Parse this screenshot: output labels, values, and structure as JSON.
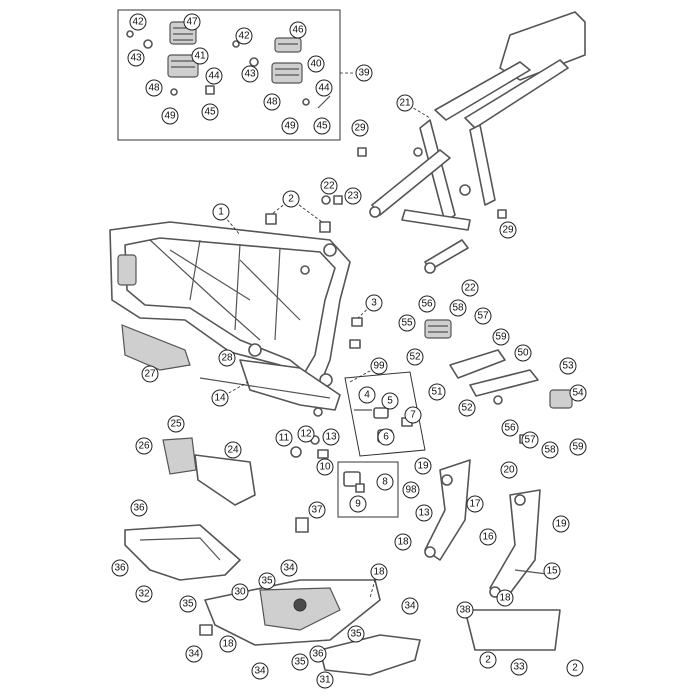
{
  "labels": {
    "c1": "1",
    "c2a": "2",
    "c2b": "2",
    "c2c": "2",
    "c3": "3",
    "c4": "4",
    "c5": "5",
    "c6": "6",
    "c7": "7",
    "c8": "8",
    "c9": "9",
    "c11": "11",
    "c10": "10",
    "c12": "12",
    "c13a": "13",
    "c13b": "13",
    "c14": "14",
    "c15": "15",
    "c16": "16",
    "c17": "17",
    "c18a": "18",
    "c18b": "18",
    "c18c": "18",
    "c18d": "18",
    "c19a": "19",
    "c19b": "19",
    "c20": "20",
    "c21": "21",
    "c22a": "22",
    "c22b": "22",
    "c23": "23",
    "c24": "24",
    "c25": "25",
    "c26": "26",
    "c27": "27",
    "c28": "28",
    "c29a": "29",
    "c29b": "29",
    "c30": "30",
    "c31": "31",
    "c32": "32",
    "c33": "33",
    "c34a": "34",
    "c34b": "34",
    "c34c": "34",
    "c34d": "34",
    "c35a": "35",
    "c35b": "35",
    "c35c": "35",
    "c35d": "35",
    "c36a": "36",
    "c36b": "36",
    "c36c": "36",
    "c37": "37",
    "c38": "38",
    "c39": "39",
    "c40": "40",
    "c41": "41",
    "c42a": "42",
    "c42b": "42",
    "c43a": "43",
    "c43b": "43",
    "c44a": "44",
    "c44b": "44",
    "c45a": "45",
    "c45b": "45",
    "c46": "46",
    "c47": "47",
    "c48a": "48",
    "c48b": "48",
    "c49a": "49",
    "c49b": "49",
    "c50": "50",
    "c51": "51",
    "c52a": "52",
    "c52b": "52",
    "c53": "53",
    "c54": "54",
    "c55": "55",
    "c56a": "56",
    "c56b": "56",
    "c57a": "57",
    "c57b": "57",
    "c58a": "58",
    "c58b": "58",
    "c59a": "59",
    "c59b": "59",
    "c98": "98",
    "c99": "99"
  }
}
